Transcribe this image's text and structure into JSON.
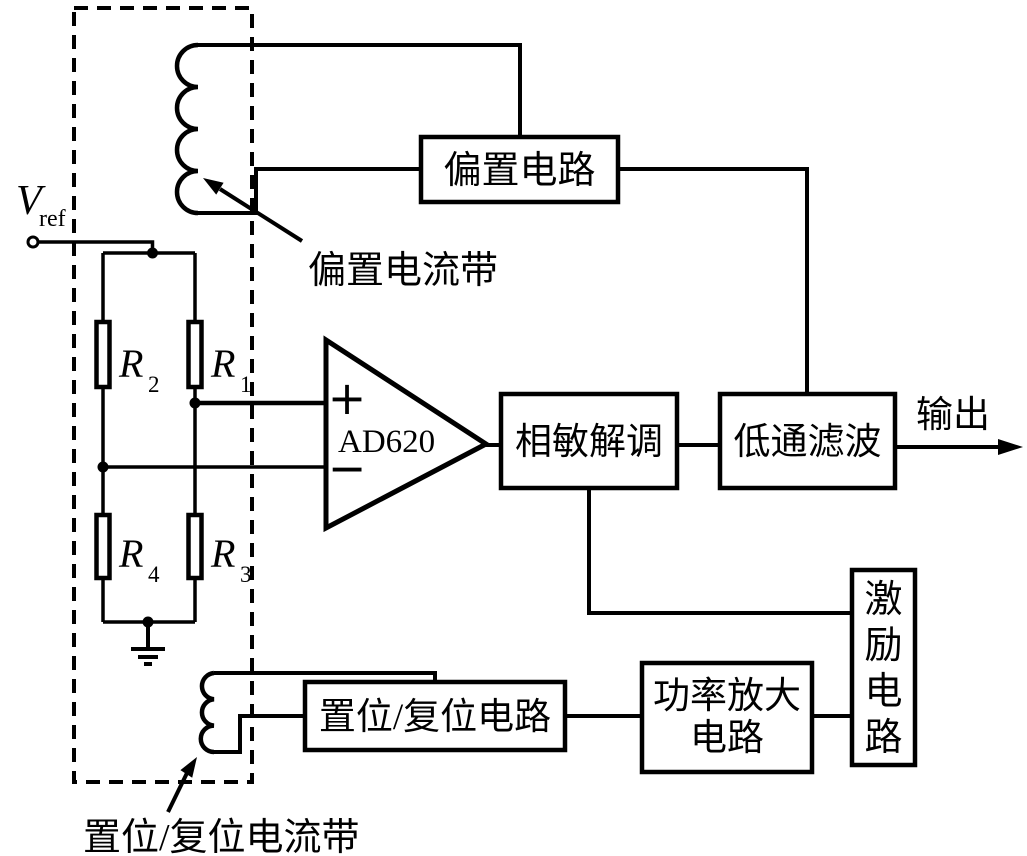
{
  "colors": {
    "ink": "#000000",
    "background": "#ffffff"
  },
  "source": {
    "vref_main": "V",
    "vref_sub": "ref"
  },
  "bridge": {
    "r1": {
      "base": "R",
      "sub": "1"
    },
    "r2": {
      "base": "R",
      "sub": "2"
    },
    "r3": {
      "base": "R",
      "sub": "3"
    },
    "r4": {
      "base": "R",
      "sub": "4"
    }
  },
  "amplifier": {
    "label": "AD620",
    "plus_input": "+",
    "minus_input": "−"
  },
  "blocks": {
    "bias_circuit": "偏置电路",
    "phase_sensitive_demod": "相敏解调",
    "low_pass_filter": "低通滤波",
    "set_reset_circuit": "置位/复位电路",
    "power_amp": {
      "line1": "功率放大",
      "line2": "电路"
    },
    "excitation": {
      "char1": "激",
      "char2": "励",
      "char3": "电",
      "char4": "路"
    }
  },
  "annotations": {
    "bias_strap": "偏置电流带",
    "set_reset_strap": "置位/复位电流带",
    "output": "输出"
  }
}
